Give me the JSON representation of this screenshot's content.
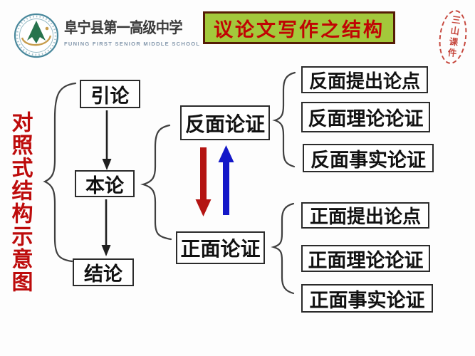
{
  "slide": {
    "logo": {
      "icon": "school-crest-logo",
      "school_name": "阜宁县第一高级中学",
      "school_name_en": "FUNING FIRST SENIOR MIDDLE SCHOOL"
    },
    "title": "议论文写作之结构",
    "seal": "三山课件",
    "side_label": "对照式结构示意图"
  },
  "diagram": {
    "flow": [
      "引论",
      "本论",
      "结论"
    ],
    "branches": [
      "反面论证",
      "正面论证"
    ],
    "negative_items": [
      "反面提出论点",
      "反面理论论证",
      "反面事实论证"
    ],
    "positive_items": [
      "正面提出论点",
      "正面理论论证",
      "正面事实论证"
    ],
    "icons": {
      "down_arrow": "red-down-arrow",
      "up_arrow": "blue-up-arrow",
      "braces": "curly-brace-connectors"
    }
  },
  "colors": {
    "title_bg": "#a3c83b",
    "title_border": "#551c05",
    "title_text": "#c00404",
    "side_label_text": "#bd0b0b",
    "seal_red": "#c6473d",
    "box_border": "#2b2b2b",
    "arrow_red": "#b41412",
    "arrow_blue": "#1418c8",
    "connector_gray": "#3f3f3f"
  }
}
